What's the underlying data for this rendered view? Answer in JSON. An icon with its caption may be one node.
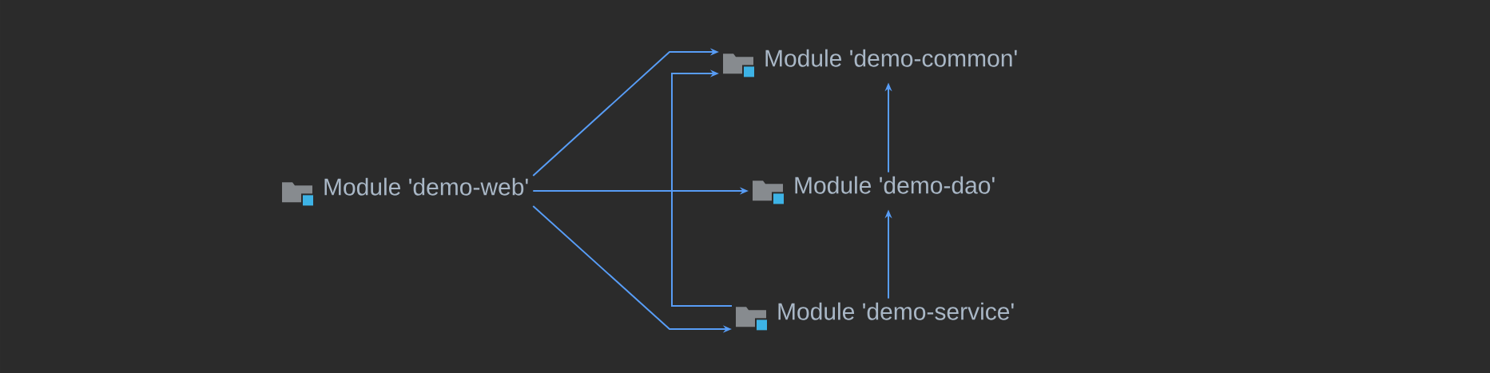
{
  "diagram": {
    "nodes": [
      {
        "text": [
          "Module 'demo-web'"
        ]
      },
      {
        "text": [
          "Module 'demo-common'"
        ]
      },
      {
        "text": [
          "Module 'demo-dao'"
        ]
      },
      {
        "text": [
          "Module 'demo-service'"
        ]
      }
    ],
    "edges": [
      {
        "from": 0,
        "to": 1,
        "arrow": "to"
      },
      {
        "from": 0,
        "to": 2,
        "arrow": "to"
      },
      {
        "from": 0,
        "to": 3,
        "arrow": "to"
      },
      {
        "from": 3,
        "to": 1,
        "arrow": "to"
      },
      {
        "from": 2,
        "to": 1,
        "arrow": "to"
      },
      {
        "from": 3,
        "to": 2,
        "arrow": "to"
      }
    ]
  }
}
